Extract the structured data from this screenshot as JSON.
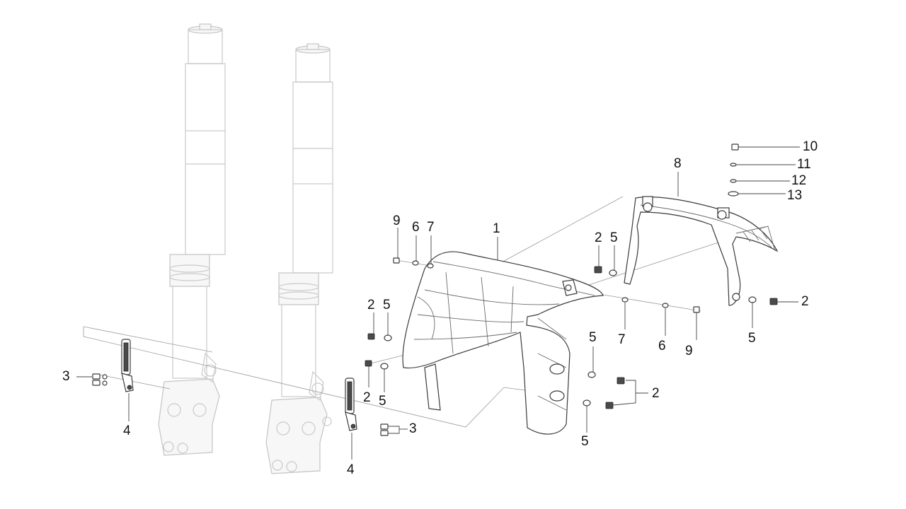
{
  "diagram": {
    "callouts": [
      {
        "id": "c1",
        "label": "1"
      },
      {
        "id": "c2a",
        "label": "2"
      },
      {
        "id": "c2b",
        "label": "2"
      },
      {
        "id": "c2c",
        "label": "2"
      },
      {
        "id": "c2d",
        "label": "2"
      },
      {
        "id": "c2e",
        "label": "2"
      },
      {
        "id": "c3a",
        "label": "3"
      },
      {
        "id": "c3b",
        "label": "3"
      },
      {
        "id": "c4a",
        "label": "4"
      },
      {
        "id": "c4b",
        "label": "4"
      },
      {
        "id": "c5a",
        "label": "5"
      },
      {
        "id": "c5b",
        "label": "5"
      },
      {
        "id": "c5c",
        "label": "5"
      },
      {
        "id": "c5d",
        "label": "5"
      },
      {
        "id": "c5e",
        "label": "5"
      },
      {
        "id": "c5f",
        "label": "5"
      },
      {
        "id": "c6a",
        "label": "6"
      },
      {
        "id": "c6b",
        "label": "6"
      },
      {
        "id": "c7a",
        "label": "7"
      },
      {
        "id": "c7b",
        "label": "7"
      },
      {
        "id": "c8",
        "label": "8"
      },
      {
        "id": "c9a",
        "label": "9"
      },
      {
        "id": "c9b",
        "label": "9"
      },
      {
        "id": "c10",
        "label": "10"
      },
      {
        "id": "c11",
        "label": "11"
      },
      {
        "id": "c12",
        "label": "12"
      },
      {
        "id": "c13",
        "label": "13"
      }
    ]
  }
}
